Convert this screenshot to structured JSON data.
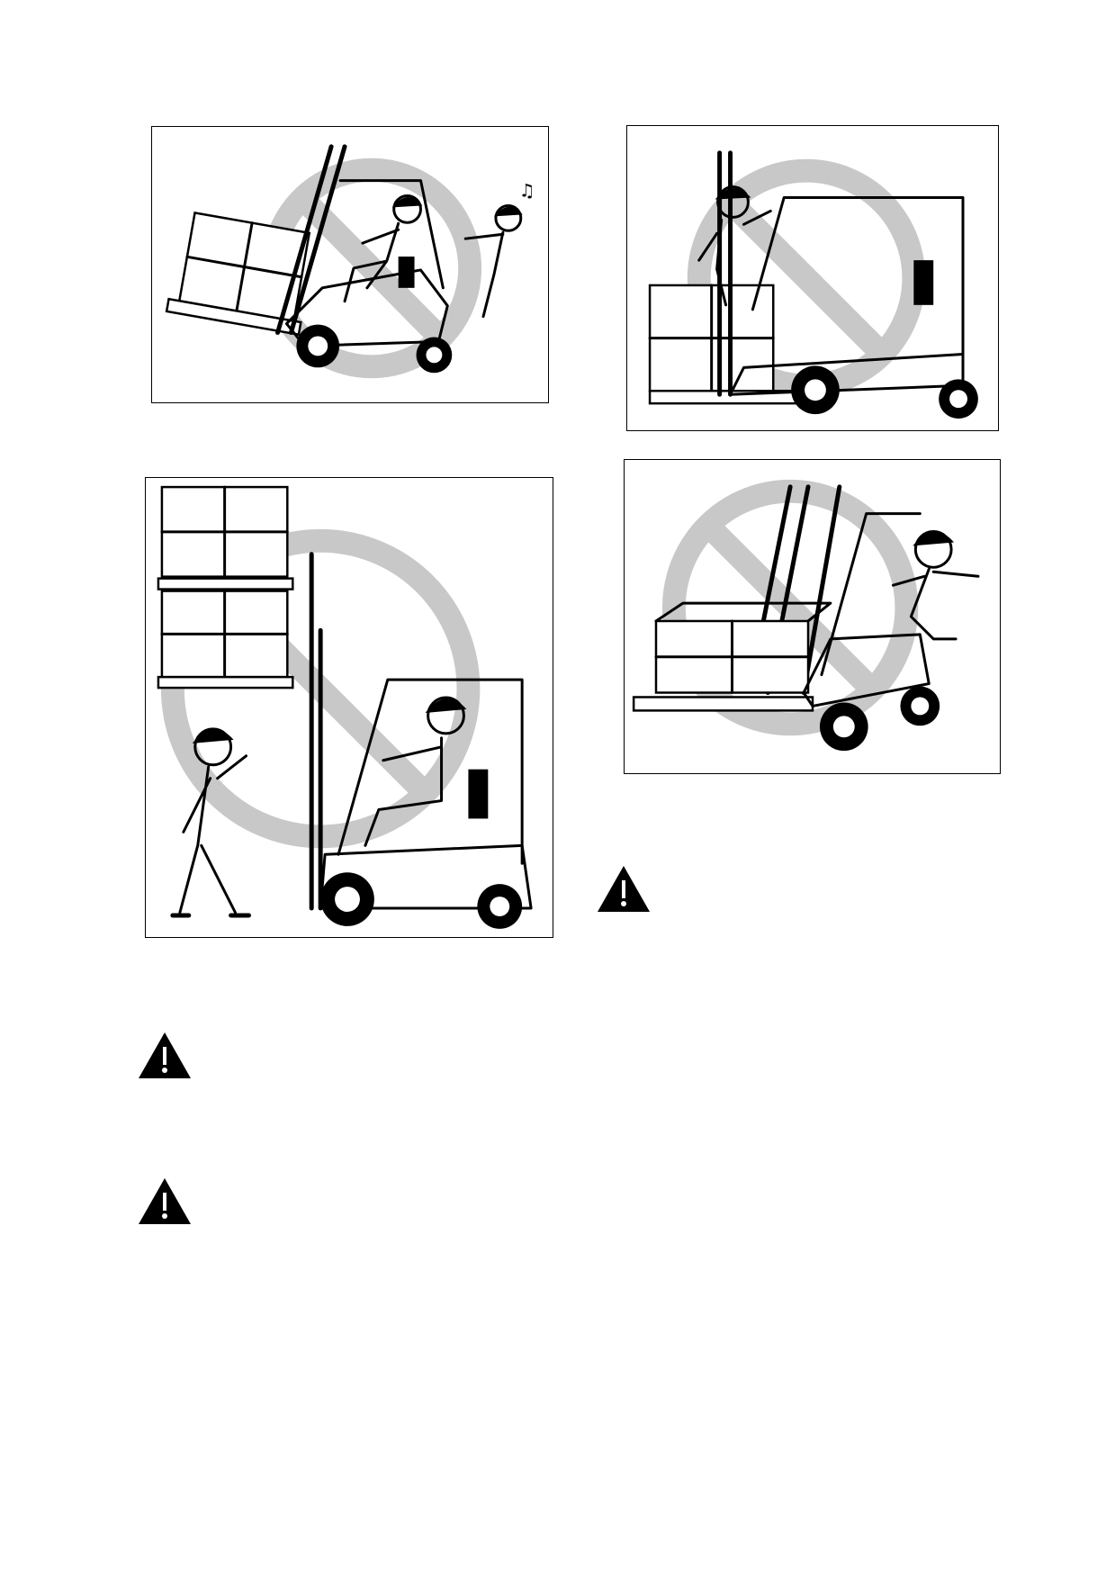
{
  "document": {
    "type": "forklift-safety-manual-page",
    "illustrations": [
      {
        "id": "no-passenger-riding",
        "icon": "prohibition-icon"
      },
      {
        "id": "no-standing-under-load",
        "icon": "prohibition-icon"
      },
      {
        "id": "no-riding-on-forks",
        "icon": "prohibition-icon"
      },
      {
        "id": "no-jumping-off-moving-forklift",
        "icon": "prohibition-icon"
      }
    ],
    "warnings": [
      {
        "id": "warning-right",
        "icon": "warning-triangle-icon",
        "text": ""
      },
      {
        "id": "warning-left-1",
        "icon": "warning-triangle-icon",
        "text": ""
      },
      {
        "id": "warning-left-2",
        "icon": "warning-triangle-icon",
        "text": ""
      }
    ],
    "colors": {
      "ink": "#000000",
      "prohibition": "#c8c8c8",
      "background": "#ffffff"
    }
  }
}
